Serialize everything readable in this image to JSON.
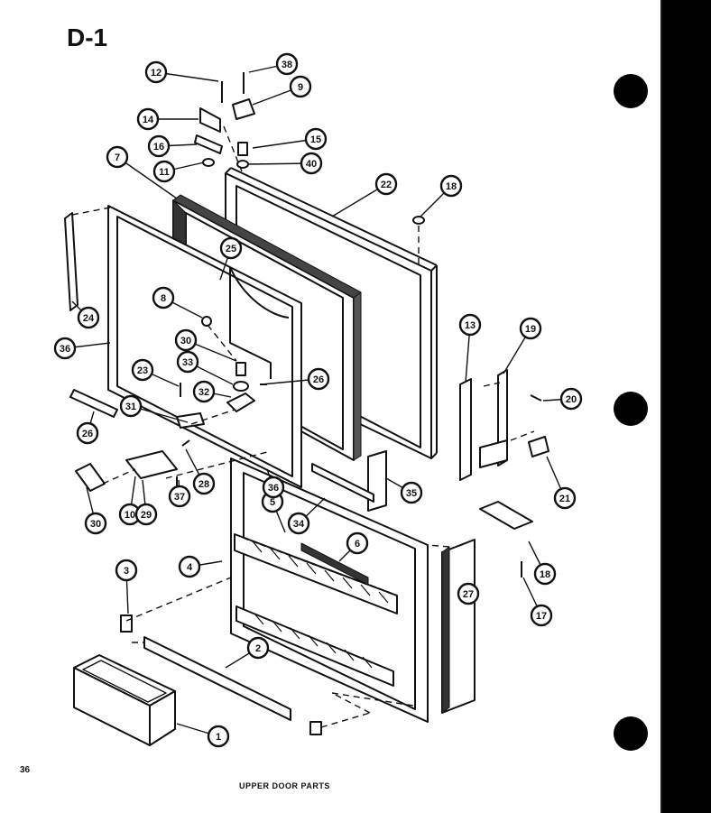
{
  "heading": "D-1",
  "page_number": "36",
  "caption": "UPPER DOOR PARTS",
  "callouts": [
    "1",
    "2",
    "3",
    "4",
    "5",
    "6",
    "7",
    "8",
    "9",
    "10",
    "11",
    "12",
    "13",
    "14",
    "15",
    "16",
    "17",
    "18",
    "18",
    "19",
    "20",
    "21",
    "22",
    "23",
    "24",
    "25",
    "26",
    "26",
    "27",
    "28",
    "29",
    "30",
    "30",
    "31",
    "32",
    "33",
    "34",
    "35",
    "36",
    "36",
    "37",
    "38",
    "40"
  ],
  "colors": {
    "ink": "#111111",
    "paper": "#ffffff"
  }
}
